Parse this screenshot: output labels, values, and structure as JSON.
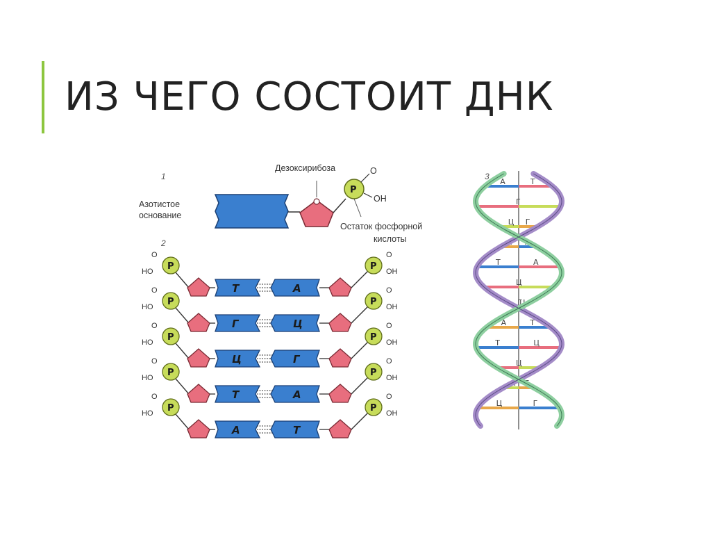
{
  "slide": {
    "title": "ИЗ ЧЕГО СОСТОИТ ДНК"
  },
  "colors": {
    "accent": "#8dc63f",
    "base_blue": "#3a7fcf",
    "sugar_pink": "#e86e7e",
    "phosphate_green": "#c7dc5a",
    "strand_green": "#8ecfa0",
    "strand_purple": "#a48cc8"
  },
  "panel1": {
    "number": "1",
    "nitrogen_base_line1": "Азотистое",
    "nitrogen_base_line2": "основание",
    "sugar_label": "Дезоксирибоза",
    "phosphate_line1": "Остаток фосфорной",
    "phosphate_line2": "кислоты",
    "p_symbol": "P",
    "o_symbol": "O",
    "oh_symbol": "OH"
  },
  "panel2": {
    "number": "2",
    "ho_symbol": "HO",
    "oh_symbol": "OH",
    "o_symbol": "O",
    "p_symbol": "P",
    "pairs": [
      {
        "left": "Т",
        "right": "А"
      },
      {
        "left": "Г",
        "right": "Ц"
      },
      {
        "left": "Ц",
        "right": "Г"
      },
      {
        "left": "Т",
        "right": "А"
      },
      {
        "left": "А",
        "right": "Т"
      }
    ]
  },
  "panel3": {
    "number": "3",
    "rungs": [
      [
        "А",
        "Т"
      ],
      [
        "Г"
      ],
      [
        "Ц",
        "Г"
      ],
      [
        "Т",
        "А"
      ],
      [
        "Т",
        "А"
      ],
      [
        "Ц"
      ],
      [
        "Г",
        "Ц"
      ],
      [
        "А",
        "Т"
      ],
      [
        "Т",
        "Ц"
      ],
      [
        "Ц"
      ],
      [
        "А",
        "Т"
      ],
      [
        "Ц",
        "Г"
      ]
    ]
  }
}
